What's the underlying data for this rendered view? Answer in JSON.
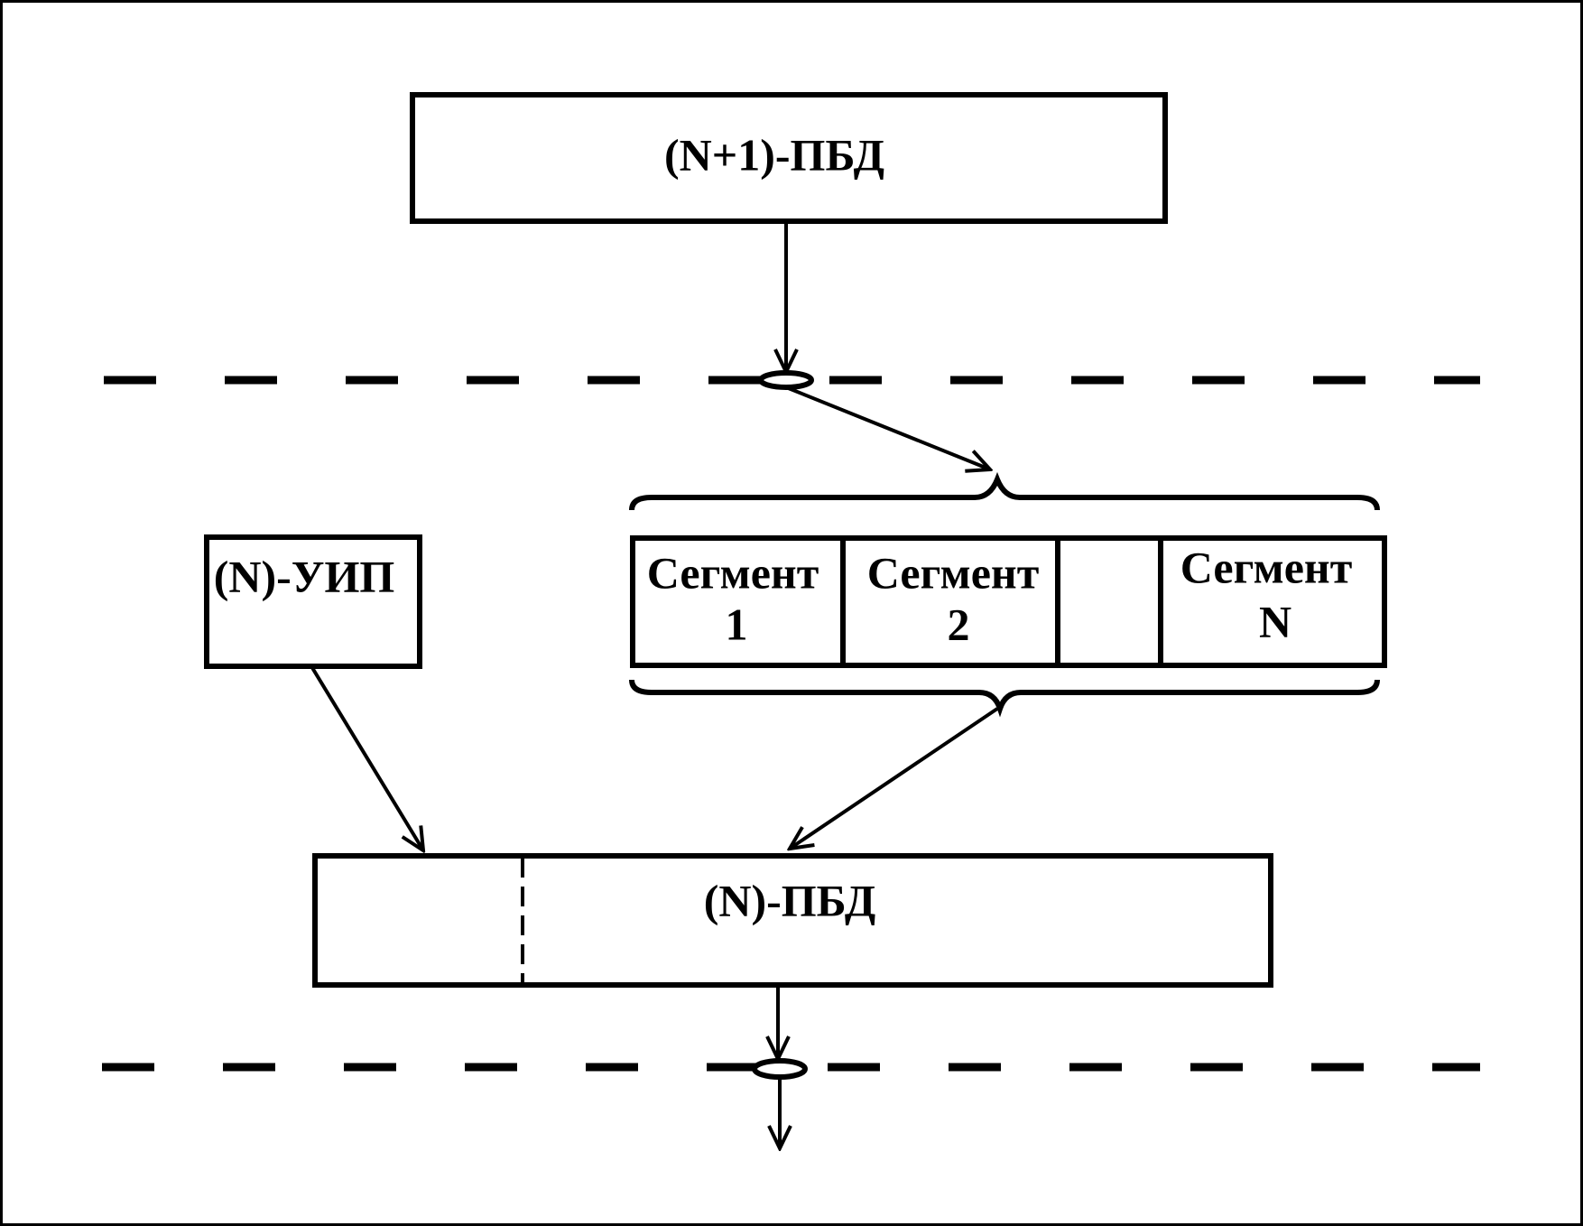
{
  "upper_pdu": {
    "label": "(N+1)-ПБД"
  },
  "control_info": {
    "label": "(N)-УИП"
  },
  "lower_pdu": {
    "label": "(N)-ПБД"
  },
  "segments": [
    {
      "line1": "Сегмент",
      "line2": "1"
    },
    {
      "line1": "Сегмент",
      "line2": "2"
    },
    {
      "line1": "",
      "line2": ""
    },
    {
      "line1": "Сегмент",
      "line2": "N"
    }
  ]
}
